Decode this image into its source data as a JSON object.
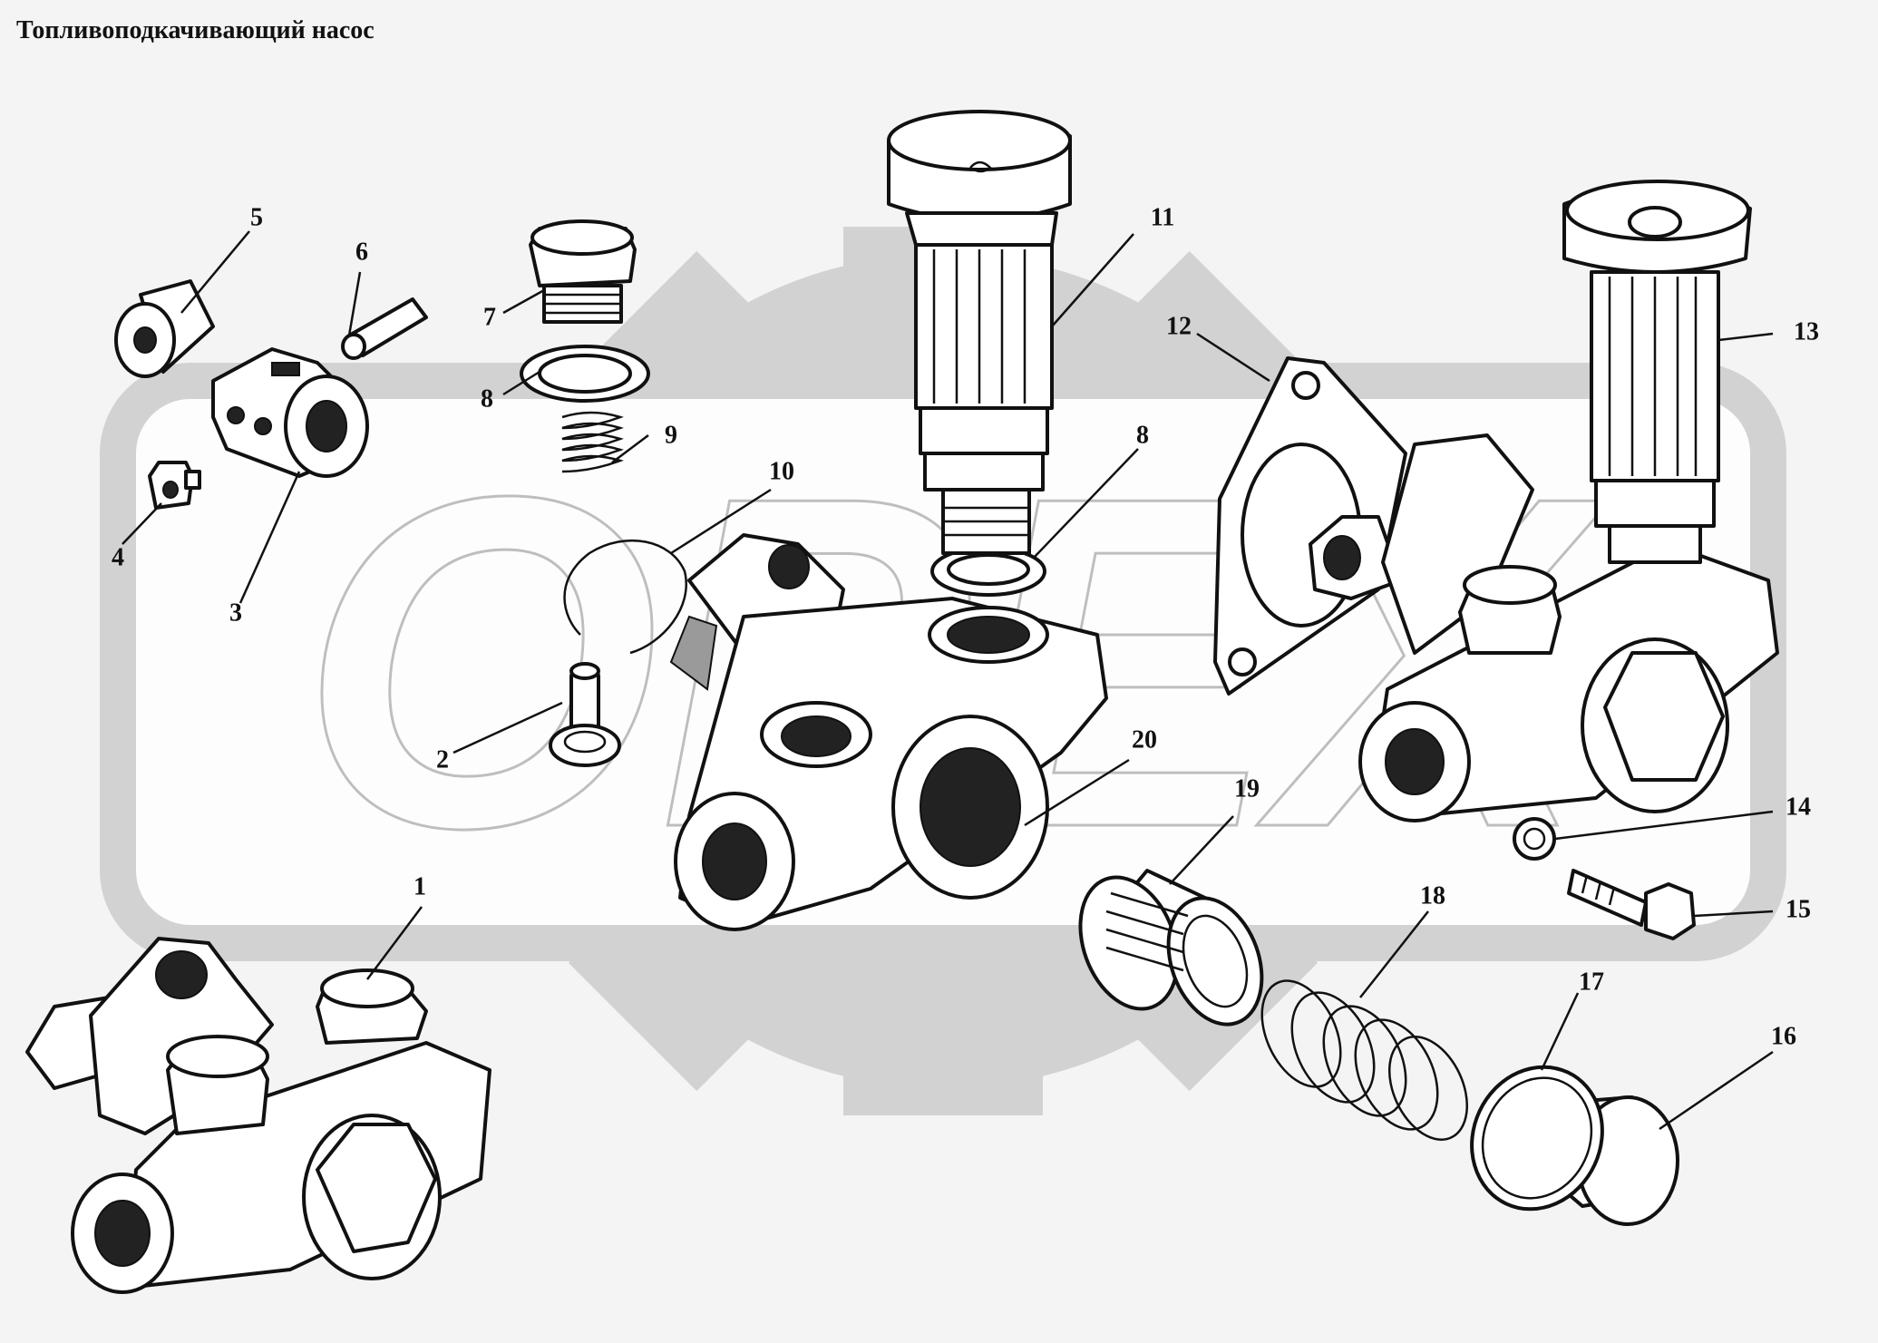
{
  "title": "Топливоподкачивающий насос",
  "watermark": {
    "text": "OPEX",
    "color": "#cfcfcf"
  },
  "callouts": [
    {
      "id": "1",
      "label": "1"
    },
    {
      "id": "2",
      "label": "2"
    },
    {
      "id": "3",
      "label": "3"
    },
    {
      "id": "4",
      "label": "4"
    },
    {
      "id": "5",
      "label": "5"
    },
    {
      "id": "6",
      "label": "6"
    },
    {
      "id": "7",
      "label": "7"
    },
    {
      "id": "8a",
      "label": "8"
    },
    {
      "id": "8b",
      "label": "8"
    },
    {
      "id": "9",
      "label": "9"
    },
    {
      "id": "10",
      "label": "10"
    },
    {
      "id": "11",
      "label": "11"
    },
    {
      "id": "12",
      "label": "12"
    },
    {
      "id": "13",
      "label": "13"
    },
    {
      "id": "14",
      "label": "14"
    },
    {
      "id": "15",
      "label": "15"
    },
    {
      "id": "16",
      "label": "16"
    },
    {
      "id": "17",
      "label": "17"
    },
    {
      "id": "18",
      "label": "18"
    },
    {
      "id": "19",
      "label": "19"
    },
    {
      "id": "20",
      "label": "20"
    }
  ]
}
